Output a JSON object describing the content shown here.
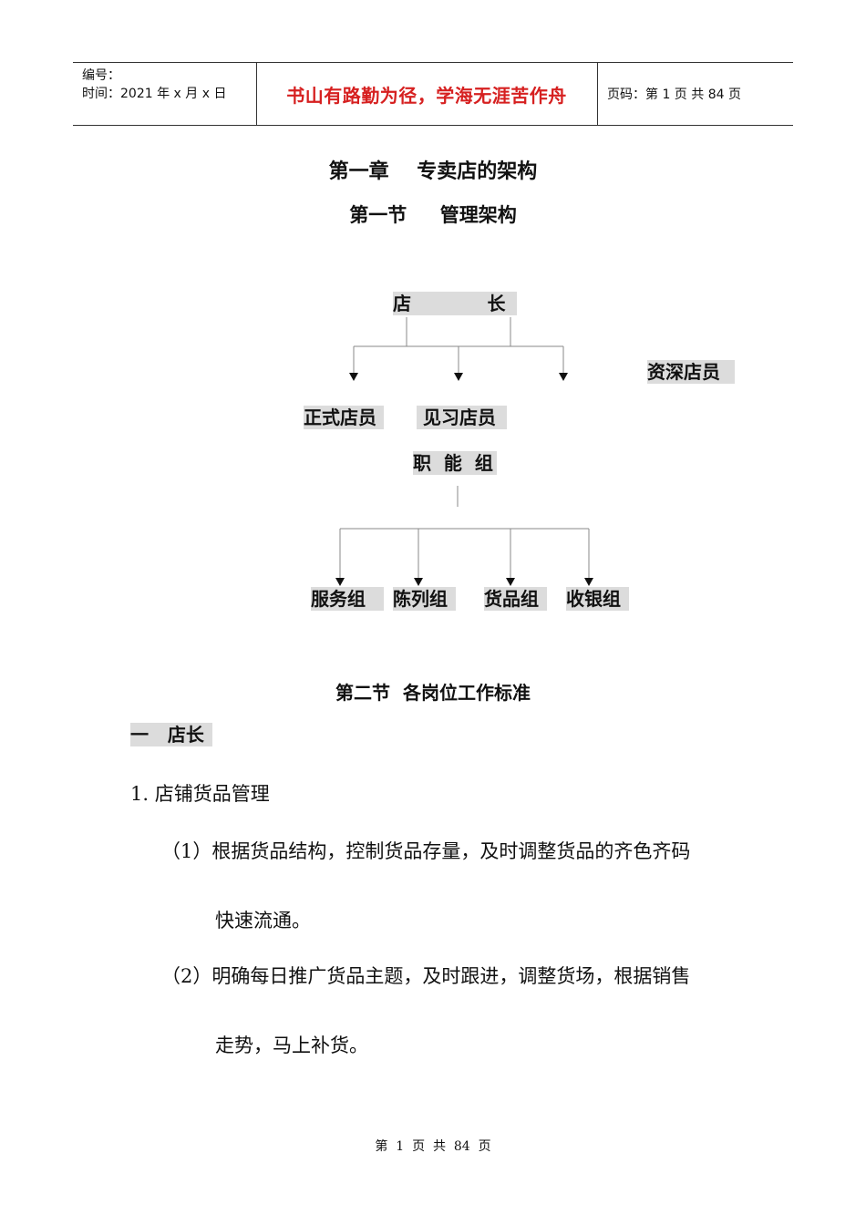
{
  "header": {
    "number_label": "编号：",
    "date_line": "时间：2021 年 x 月 x 日",
    "motto": "书山有路勤为径，学海无涯苦作舟",
    "page_info": "页码：第 1 页  共 84 页"
  },
  "chapter_title": "第一章    专卖店的架构",
  "section1_title": "第一节     管理架构",
  "org_chart": {
    "top": "店            长",
    "senior": "资深店员",
    "formal": "正式店员",
    "trainee": " 见习店员",
    "functional": "职  能  组",
    "groups": [
      "服务组",
      "陈列组",
      "货品组",
      "收银组"
    ]
  },
  "section2_title": "第二节  各岗位工作标准",
  "heading_one": "一   店长",
  "item1": "1.  店铺货品管理",
  "p1_line1": "（1）根据货品结构，控制货品存量，及时调整货品的齐色齐码",
  "p1_line2": "快速流通。",
  "p2_line1": "（2）明确每日推广货品主题，及时跟进，调整货场，根据销售",
  "p2_line2": "走势，马上补货。",
  "footer": "第  1  页  共  84  页"
}
